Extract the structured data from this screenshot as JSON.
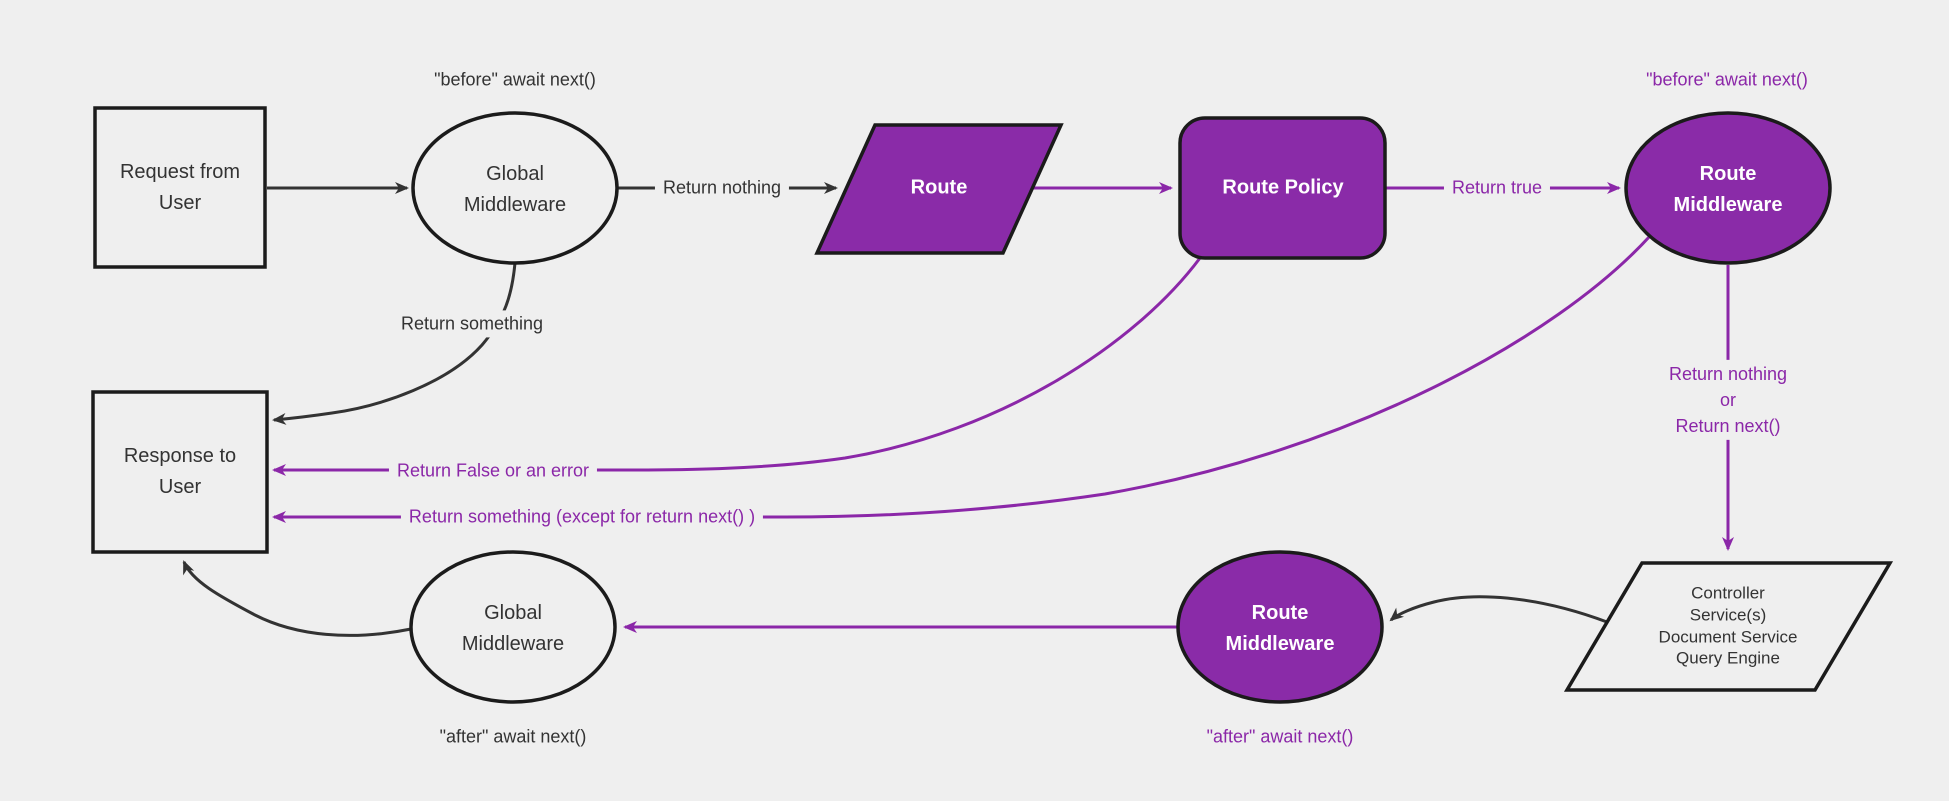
{
  "colors": {
    "background": "#efefef",
    "purple_fill": "#8a2ba8",
    "purple_line": "#8b27a8",
    "dark_line": "#333333",
    "dark_text": "#333333",
    "node_border": "#1b1b1b",
    "light_fill": "#efefef",
    "white_text": "#ffffff"
  },
  "nodes": {
    "request": {
      "label": "Request from User",
      "shape": "rectangle"
    },
    "global_middleware_top": {
      "label": "Global Middleware",
      "shape": "ellipse"
    },
    "route": {
      "label": "Route",
      "shape": "parallelogram"
    },
    "route_policy": {
      "label": "Route Policy",
      "shape": "rounded-rectangle"
    },
    "route_middleware_top": {
      "label": "Route Middleware",
      "shape": "ellipse"
    },
    "controller": {
      "label": "Controller\nService(s)\nDocument Service\nQuery Engine",
      "shape": "parallelogram"
    },
    "route_middleware_bottom": {
      "label": "Route Middleware",
      "shape": "ellipse"
    },
    "global_middleware_bottom": {
      "label": "Global Middleware",
      "shape": "ellipse"
    },
    "response": {
      "label": "Response to User",
      "shape": "rectangle"
    }
  },
  "edge_labels": {
    "before_await_top": "\"before\" await next()",
    "return_nothing": "Return nothing",
    "return_true": "Return true",
    "before_await_right": "\"before\" await next()",
    "return_something": "Return something",
    "return_false_or_error": "Return False or an error",
    "return_something_except": "Return something (except for return next() )",
    "return_nothing_or_next": "Return nothing\nor\nReturn next()",
    "after_await_left": "\"after\" await next()",
    "after_await_right": "\"after\" await next()"
  }
}
